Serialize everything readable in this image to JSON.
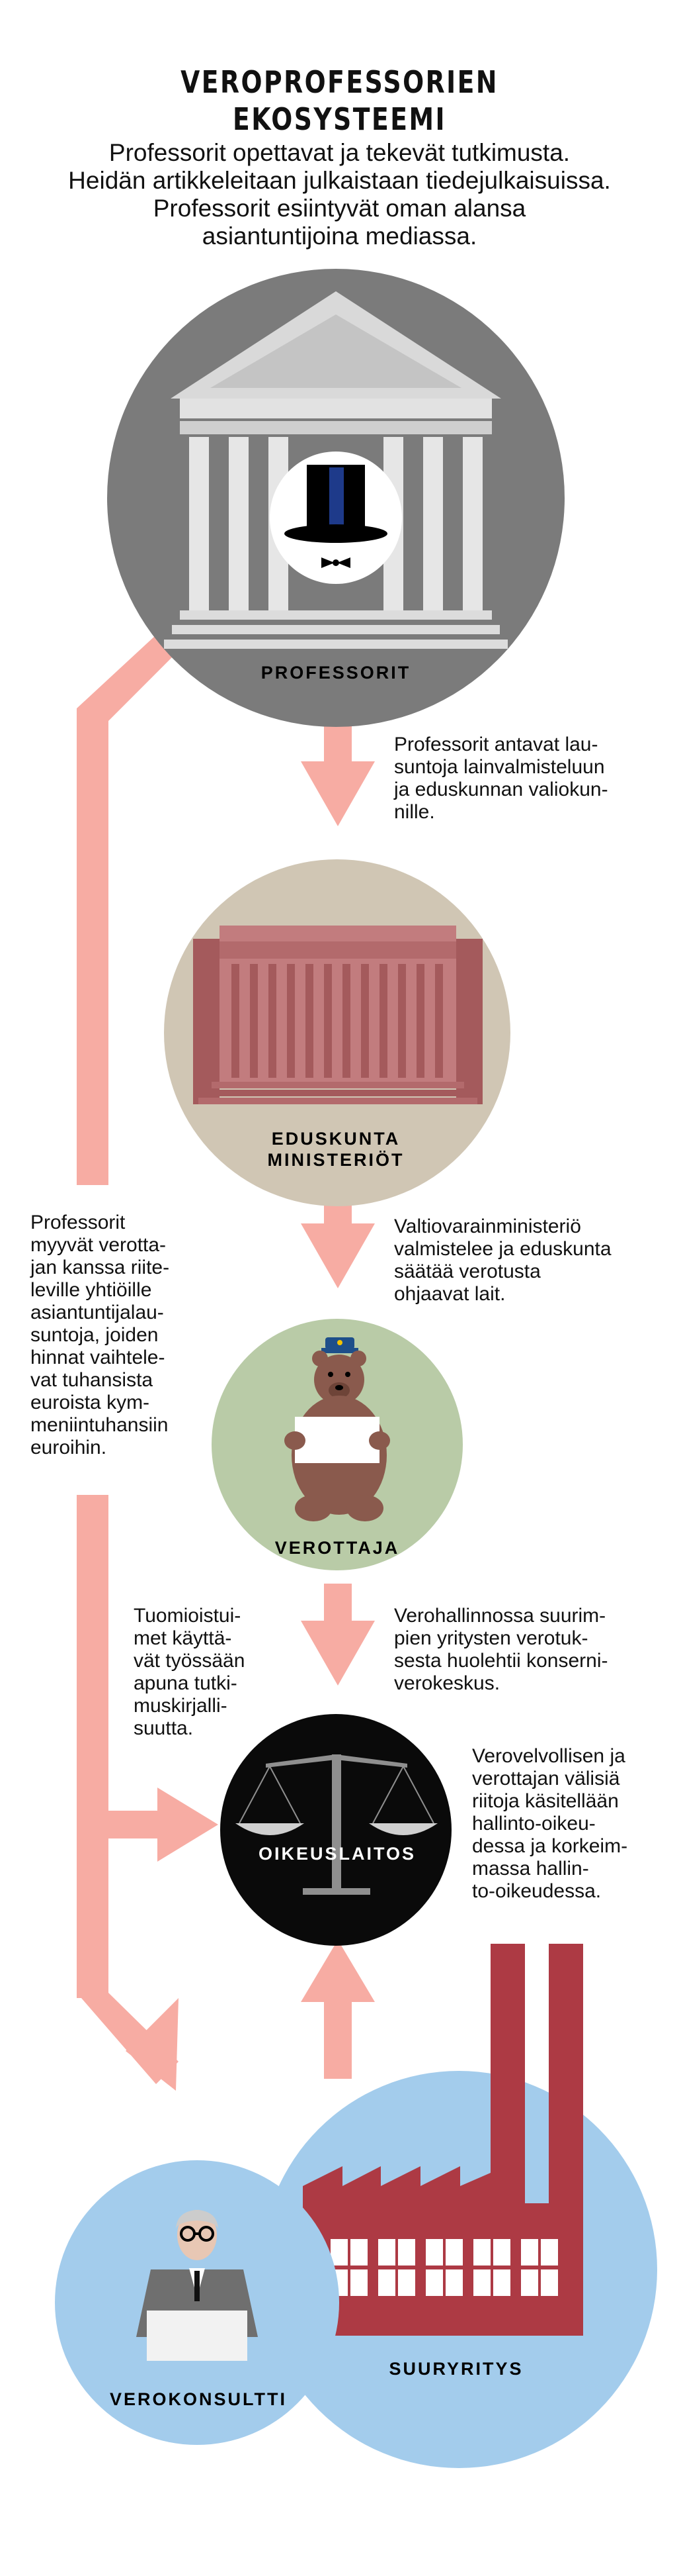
{
  "header": {
    "title_line1": "VEROPROFESSORIEN",
    "title_line2": "EKOSYSTEEMI",
    "intro_lines": [
      "Professorit opettavat ja tekevät tutkimusta.",
      "Heidän artikkeleitaan julkaistaan tiedejulkaisuissa.",
      "Professorit esiintyvät oman alansa",
      "asiantuntijoina mediassa."
    ]
  },
  "nodes": {
    "professorit": "PROFESSORIT",
    "eduskunta_line1": "EDUSKUNTA",
    "eduskunta_line2": "MINISTERIÖT",
    "verottaja": "VEROTTAJA",
    "oikeuslaitos": "OIKEUSLAITOS",
    "suuryritys": "SUURYRITYS",
    "verokonsultti": "VEROKONSULTTI"
  },
  "notes": {
    "lausunnot": [
      "Professorit antavat lau-",
      "suntoja lainvalmisteluun",
      "ja eduskunnan valiokun-",
      "nille."
    ],
    "valtiovarain": [
      "Valtiovarainministeriö",
      "valmistelee ja eduskunta",
      "säätää verotusta",
      "ohjaavat lait."
    ],
    "myyvat": [
      "Professorit",
      "myyvät verotta-",
      "jan kanssa riite-",
      "leville yhtiöille",
      "asiantuntijalau-",
      "suntoja, joiden",
      "hinnat vaihtele-",
      "vat tuhansista",
      "euroista kym-",
      "meniintuhansiin",
      "euroihin."
    ],
    "verohallinto": [
      "Verohallinnossa suurim-",
      "pien yritysten verotuk-",
      "sesta huolehtii konserni-",
      "verokeskus."
    ],
    "tuomioistuimet": [
      "Tuomioistui-",
      "met käyttä-",
      "vät työssään",
      "apuna tutki-",
      "muskirjalli-",
      "suutta."
    ],
    "riidat": [
      "Verovelvollisen ja",
      "verottajan välisiä",
      "riitoja käsitellään",
      "hallinto-oikeu-",
      "dessa ja korkeim-",
      "massa hallin-",
      "to-oikeudessa."
    ]
  },
  "colors": {
    "arrow": "#f7aca3",
    "professorit_circle": "#7b7b7b",
    "eduskunta_circle": "#d0c6b4",
    "verottaja_circle": "#b9cba7",
    "oikeuslaitos_circle": "#0a0a0a",
    "suuryritys_circle": "#a3ccec",
    "factory": "#ad3a44",
    "parliament": "#c27c7e"
  },
  "icons": [
    "temple-icon",
    "top-hat-icon",
    "parliament-building-icon",
    "bear-icon",
    "scales-icon",
    "factory-icon",
    "consultant-icon"
  ]
}
